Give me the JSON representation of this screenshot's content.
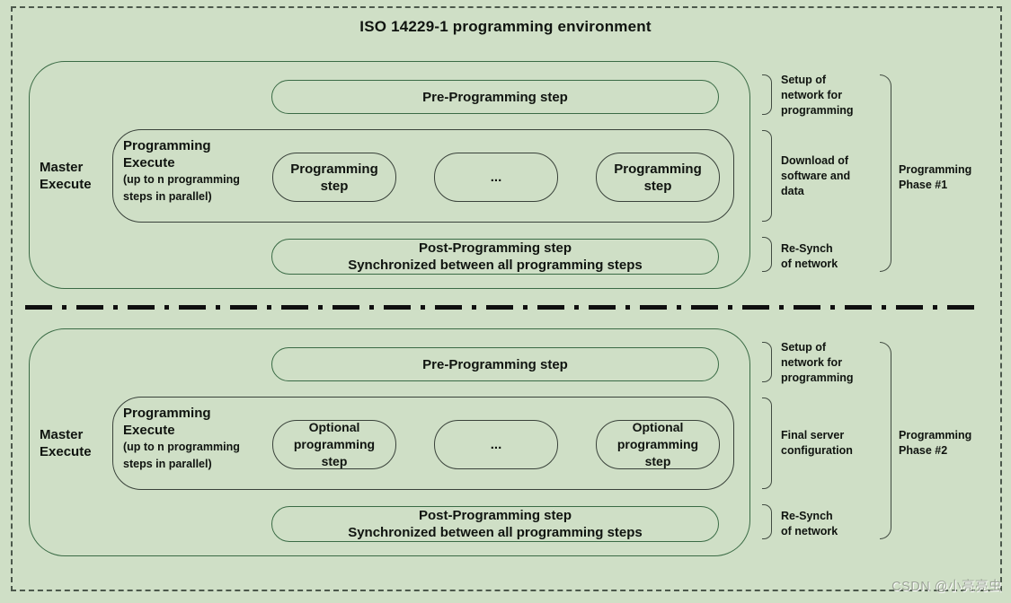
{
  "title": "ISO 14229-1 programming environment",
  "watermark": "CSDN @小亮亮虫",
  "colors": {
    "background": "#cfdfc6",
    "green_border": "#3a6b45",
    "dark_border": "#39423a",
    "separator": "#0f0f0f",
    "text": "#101410"
  },
  "phase1": {
    "master_label": "Master\nExecute",
    "pre_step": "Pre-Programming step",
    "exec_title": "Programming\nExecute",
    "exec_subtitle": "(up to n programming\nsteps in parallel)",
    "steps": [
      "Programming\nstep",
      "...",
      "Programming\nstep"
    ],
    "post_step": "Post-Programming step\nSynchronized between all programming steps",
    "annotations": [
      "Setup of\nnetwork for\nprogramming",
      "Download of\nsoftware and\ndata",
      "Re-Synch\nof network"
    ],
    "phase_label": "Programming\nPhase #1"
  },
  "phase2": {
    "master_label": "Master\nExecute",
    "pre_step": "Pre-Programming step",
    "exec_title": "Programming\nExecute",
    "exec_subtitle": "(up to n programming\nsteps in parallel)",
    "steps": [
      "Optional\nprogramming\nstep",
      "...",
      "Optional\nprogramming\nstep"
    ],
    "post_step": "Post-Programming step\nSynchronized between all programming steps",
    "annotations": [
      "Setup of\nnetwork for\nprogramming",
      "Final server\nconfiguration",
      "Re-Synch\nof network"
    ],
    "phase_label": "Programming\nPhase #2"
  }
}
